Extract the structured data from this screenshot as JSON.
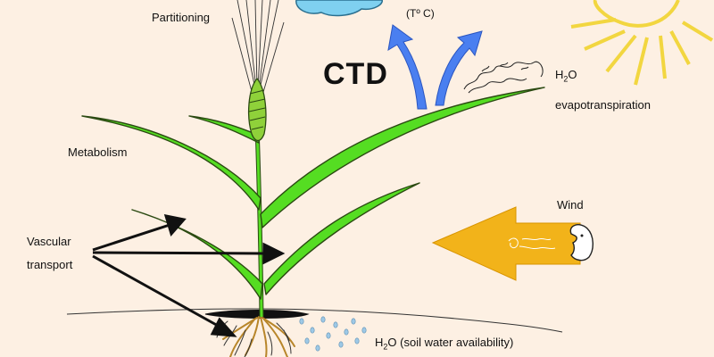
{
  "labels": {
    "partitioning": "Partitioning",
    "temperature": "(Tº C)",
    "ctd": "CTD",
    "h2o_top_prefix": "H",
    "h2o_top_sub": "2",
    "h2o_top_suffix": "O",
    "evapotranspiration": "evapotranspiration",
    "metabolism": "Metabolism",
    "wind": "Wind",
    "vascular_line1": "Vascular",
    "vascular_line2": "transport",
    "h2o_bottom_prefix": "H",
    "h2o_bottom_sub": "2",
    "h2o_bottom_suffix": "O (soil water availability)"
  },
  "colors": {
    "background": "#fdf0e3",
    "leaf": "#55dd22",
    "leaf_outline": "#2b4a12",
    "heat_arrow": "#4a7ff0",
    "wind_arrow": "#f2b31a",
    "sun": "#f2d640",
    "cloud": "#7fd0f0",
    "water_drops": "#9ec9e6",
    "roots": "#b8862a"
  },
  "icons": {
    "sun": "sun-icon",
    "cloud": "cloud-icon",
    "wind_face": "wind-face-icon",
    "wheat_ear": "wheat-ear-icon"
  }
}
